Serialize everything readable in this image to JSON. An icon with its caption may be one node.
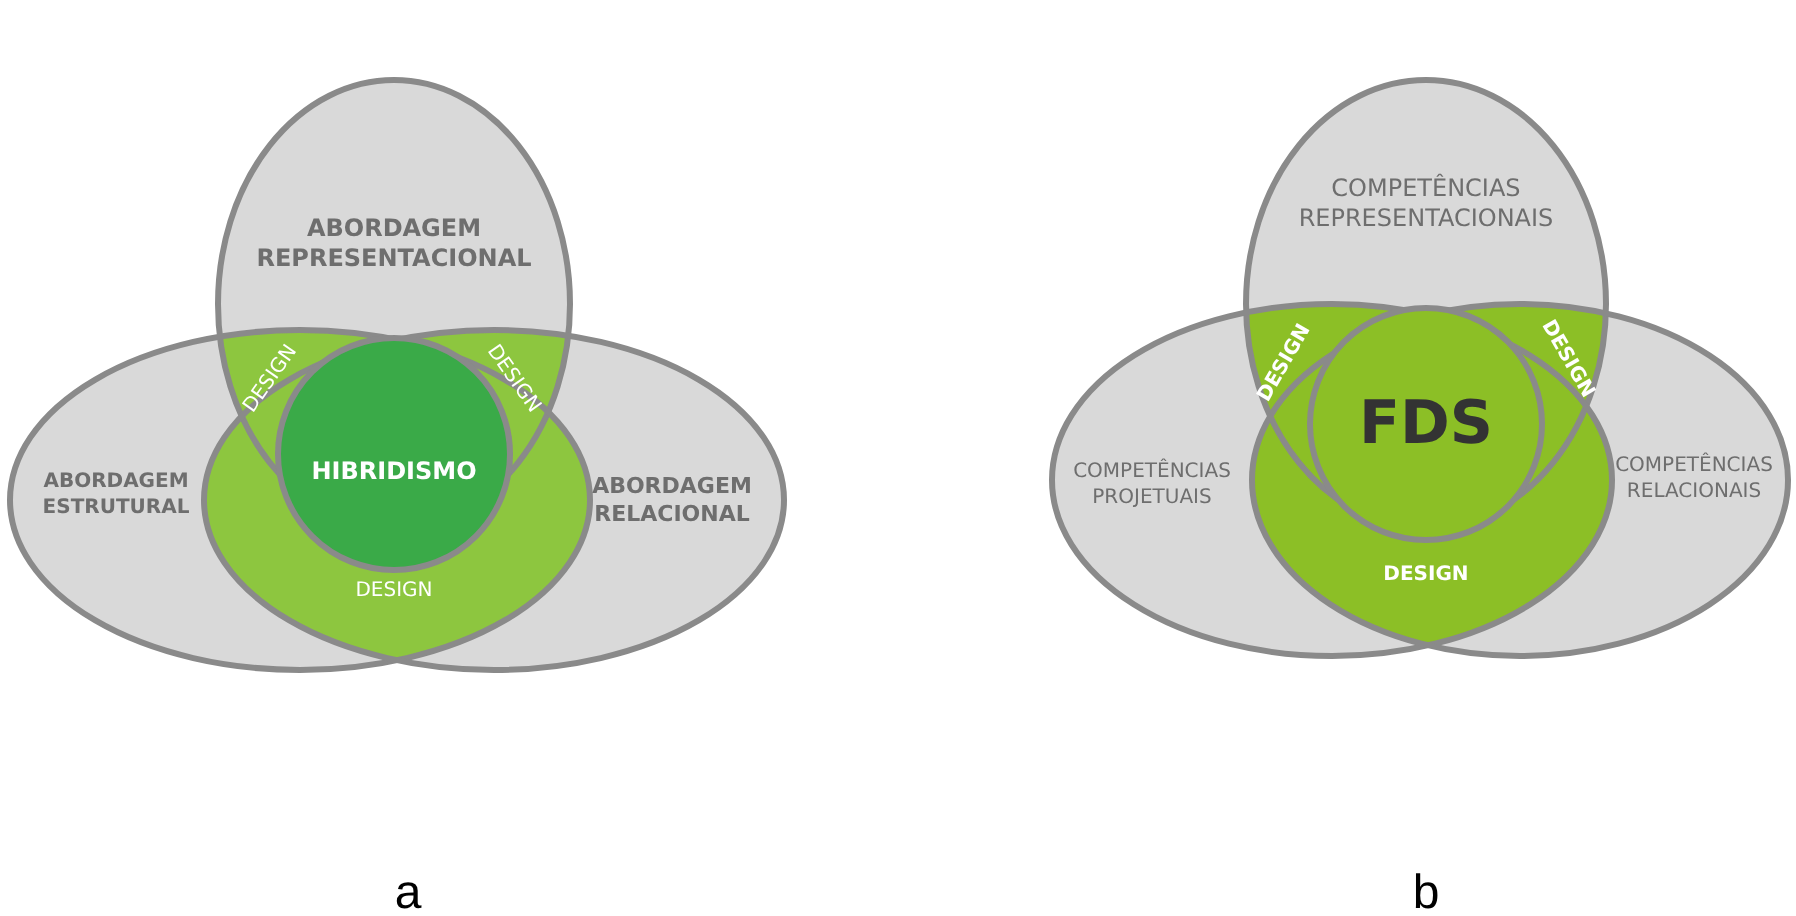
{
  "diagram": {
    "nodes": [
      {
        "text": [
          "ABORDAGEM REPRESENTACIONAL"
        ]
      },
      {
        "text": [
          "DESIGN"
        ]
      },
      {
        "text": [
          "DESIGN"
        ]
      },
      {
        "text": [
          "ABORDAGEM ESTRUTURAL"
        ]
      },
      {
        "text": [
          "HIBRIDISMO"
        ]
      },
      {
        "text": [
          "ABORDAGEM RELACIONAL"
        ]
      },
      {
        "text": [
          "DESIGN"
        ]
      },
      {
        "text": [
          "COMPETÊNCIAS REPRESENTACIONAIS"
        ]
      },
      {
        "text": [
          "DESIGN"
        ]
      },
      {
        "text": [
          "DESIGN"
        ]
      },
      {
        "text": [
          "COMPETÊNCIAS PROJETUAIS"
        ]
      },
      {
        "text": [
          "FDS"
        ]
      },
      {
        "text": [
          "COMPETÊNCIAS RELACIONAIS"
        ]
      },
      {
        "text": [
          "DESIGN"
        ]
      }
    ],
    "edges": [],
    "labels": [
      "a",
      "b"
    ]
  }
}
